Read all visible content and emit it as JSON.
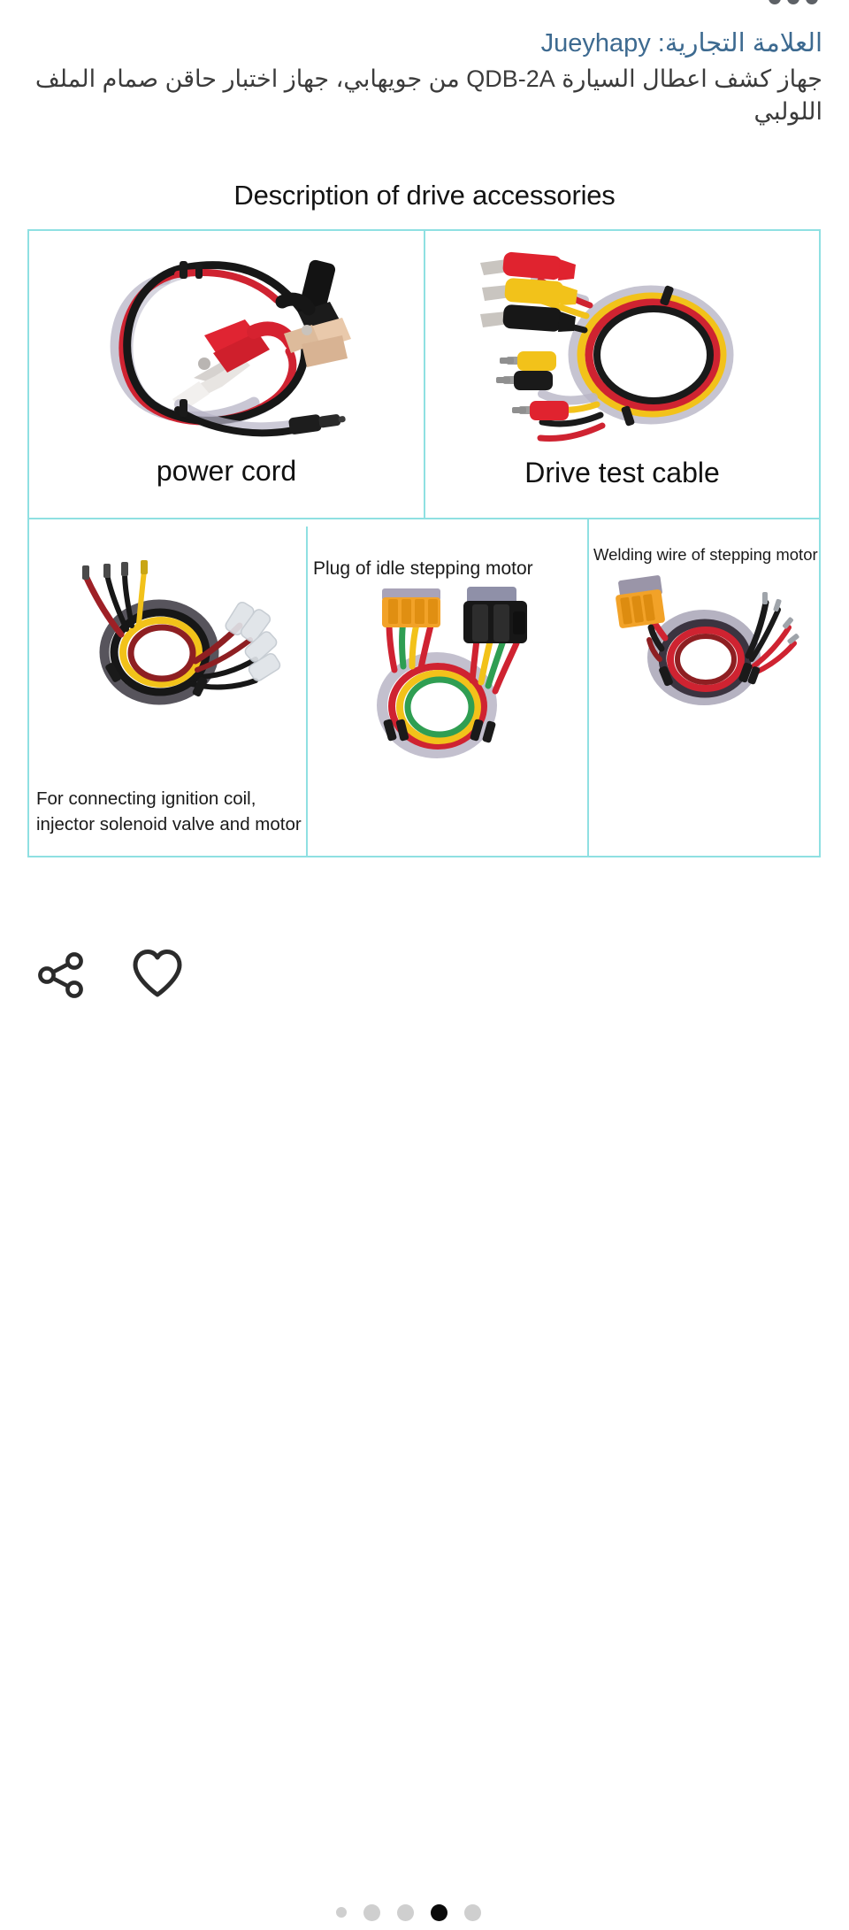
{
  "top_bar": {
    "overflow_menu_icon": "more-horizontal-icon",
    "dot_count": 3
  },
  "header": {
    "brand_label_ar": "العلامة التجارية:",
    "brand_name": "Jueyhapy",
    "brand_line": "العلامة التجارية: Jueyhapy",
    "product_title": "جهاز كشف اعطال السيارة QDB-2A من جويهابي، جهاز اختبار حاقن صمام الملف اللولبي",
    "brand_color": "#3d6a90",
    "title_color": "#3b3b3b"
  },
  "section": {
    "heading": "Description of drive accessories",
    "border_color": "#8fe0e2"
  },
  "accessories": [
    {
      "id": "power-cord",
      "caption": "power cord",
      "caption_position": "bottom-center",
      "image_alt": "Red and black battery alligator clips attached to a coiled two-wire cable ending in a DC barrel plug"
    },
    {
      "id": "drive-test-cable",
      "caption": "Drive test cable",
      "caption_position": "bottom-center",
      "image_alt": "Coiled red, yellow and black test leads with alligator clips on one end and banana plugs on the other"
    },
    {
      "id": "ignition-coil-lead",
      "caption": "For connecting ignition coil,\ninjector solenoid valve and motor",
      "caption_position": "bottom-left",
      "image_alt": "Coiled black, red and yellow wires with bare pin terminals on one side and clear insulated spade terminals on the other"
    },
    {
      "id": "idle-stepping-motor-plug",
      "caption": "Plug of idle stepping motor",
      "caption_position": "top-left",
      "image_alt": "Orange four-pin connector and black automotive connector joined by a coiled red, yellow and green wire loom"
    },
    {
      "id": "stepping-motor-welding-wire",
      "caption": "Welding wire of stepping motor",
      "caption_position": "top-left",
      "image_alt": "Orange four-pin connector with a coiled black and red wire bundle ending in bare tinned leads"
    }
  ],
  "action_bar": {
    "share_icon": "share-icon",
    "favorite_icon": "heart-outline-icon",
    "carousel": {
      "total": 5,
      "active_index": 4,
      "active_color": "#0a0a0a",
      "inactive_color": "#cfcfcf"
    }
  }
}
